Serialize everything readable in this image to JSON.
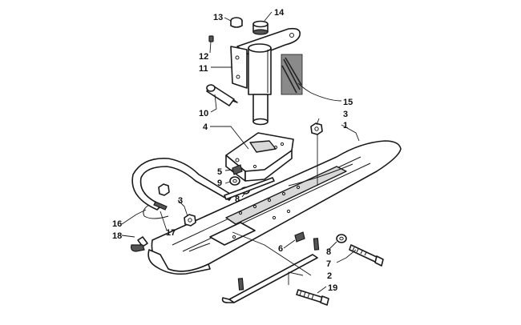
{
  "diagram": {
    "callouts": [
      {
        "id": "c13",
        "text": "13"
      },
      {
        "id": "c14",
        "text": "14"
      },
      {
        "id": "c12",
        "text": "12"
      },
      {
        "id": "c11",
        "text": "11"
      },
      {
        "id": "c10",
        "text": "10"
      },
      {
        "id": "c4",
        "text": "4"
      },
      {
        "id": "c15",
        "text": "15"
      },
      {
        "id": "c3a",
        "text": "3"
      },
      {
        "id": "c1",
        "text": "1"
      },
      {
        "id": "c5",
        "text": "5"
      },
      {
        "id": "c9",
        "text": "9"
      },
      {
        "id": "c8a",
        "text": "8"
      },
      {
        "id": "c3b",
        "text": "3"
      },
      {
        "id": "c16",
        "text": "16"
      },
      {
        "id": "c17",
        "text": "17"
      },
      {
        "id": "c18",
        "text": "18"
      },
      {
        "id": "c6",
        "text": "6"
      },
      {
        "id": "c8b",
        "text": "8"
      },
      {
        "id": "c7",
        "text": "7"
      },
      {
        "id": "c2",
        "text": "2"
      },
      {
        "id": "c19",
        "text": "19"
      }
    ]
  }
}
